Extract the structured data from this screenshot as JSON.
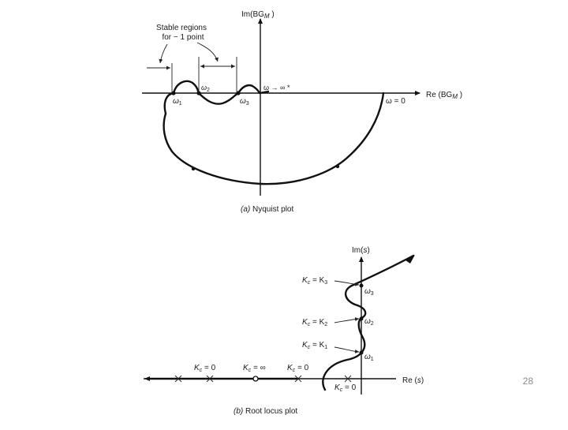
{
  "nyquist": {
    "im_label": "Im(BG",
    "im_sub": "M",
    "im_close": " )",
    "re_label": "Re (BG",
    "re_sub": "M",
    "re_close": " )",
    "stable_line1": "Stable regions",
    "stable_line2": "for − 1 point",
    "w1": "ω",
    "w1_sub": "1",
    "w2": "ω",
    "w2_sub": "2",
    "w3": "ω",
    "w3_sub": "3",
    "w_inf": "ω → ∞ *",
    "w_zero": "ω = 0",
    "caption_tag": "(a)",
    "caption": " Nyquist plot"
  },
  "root_locus": {
    "im_label": "Im(",
    "im_var": "s",
    "im_close": ")",
    "re_label": "Re (",
    "re_var": "s",
    "re_close": ")",
    "kc3_label": "K",
    "kc3_sub": "c",
    "kc3_rest": " = K",
    "kc3_idx": "3",
    "kc2_label": "K",
    "kc2_sub": "c",
    "kc2_rest": " = K",
    "kc2_idx": "2",
    "kc1_label": "K",
    "kc1_sub": "c",
    "kc1_rest": " = K",
    "kc1_idx": "1",
    "w3": "ω",
    "w3_sub": "3",
    "w2": "ω",
    "w2_sub": "2",
    "w1": "ω",
    "w1_sub": "1",
    "kc0a": "K",
    "kc0a_sub": "c",
    "kc0a_rest": " = 0",
    "kcinf": "K",
    "kcinf_sub": "c",
    "kcinf_rest": " = ∞",
    "kc0b": "K",
    "kc0b_sub": "c",
    "kc0b_rest": " = 0",
    "kc0c": "K",
    "kc0c_sub": "c",
    "kc0c_rest": " = 0",
    "caption_tag": "(b)",
    "caption": " Root locus plot"
  },
  "page_number": "28"
}
